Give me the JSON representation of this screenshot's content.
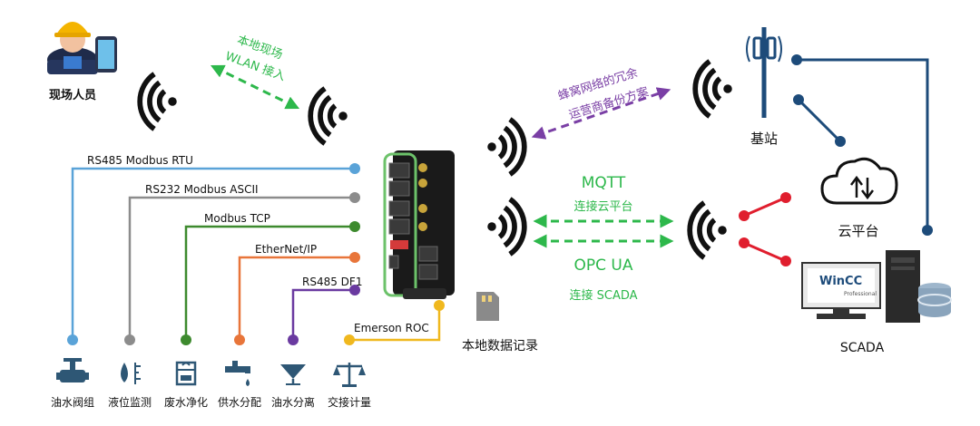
{
  "field": {
    "person_label": "现场人员"
  },
  "wlan": {
    "line1": "本地现场",
    "line2": "WLAN 接入"
  },
  "cellular": {
    "line1": "蜂窝网络的冗余",
    "line2": "运营商备份方案"
  },
  "base_station": {
    "label": "基站"
  },
  "cloud": {
    "label": "云平台"
  },
  "scada": {
    "label": "SCADA",
    "wincc_text": "WinCC",
    "wincc_sub": "Professional"
  },
  "mqtt": {
    "title": "MQTT",
    "subtitle": "连接云平台"
  },
  "opcua": {
    "title": "OPC UA",
    "subtitle": "连接 SCADA"
  },
  "protocols": [
    {
      "label": "RS485 Modbus RTU",
      "color": "#5aa3d8"
    },
    {
      "label": "RS232 Modbus ASCII",
      "color": "#8c8c8c"
    },
    {
      "label": "Modbus TCP",
      "color": "#3d8a2e"
    },
    {
      "label": "EtherNet/IP",
      "color": "#e8753a"
    },
    {
      "label": "RS485 DF1",
      "color": "#6a3aa0"
    },
    {
      "label": "Emerson ROC",
      "color": "#f0b81e"
    }
  ],
  "storage": {
    "label": "本地数据记录"
  },
  "devices": [
    {
      "label": "油水阀组",
      "icon": "valve-icon"
    },
    {
      "label": "液位监测",
      "icon": "level-icon"
    },
    {
      "label": "废水净化",
      "icon": "purifier-icon"
    },
    {
      "label": "供水分配",
      "icon": "faucet-icon"
    },
    {
      "label": "油水分离",
      "icon": "separator-icon"
    },
    {
      "label": "交接计量",
      "icon": "scale-icon"
    }
  ],
  "colors": {
    "green_arrow": "#2db84b",
    "purple_arrow": "#7a3fa5",
    "navy_line": "#1d4b7a",
    "red_line": "#e01e2e",
    "device_frame": "#6cc26a"
  }
}
